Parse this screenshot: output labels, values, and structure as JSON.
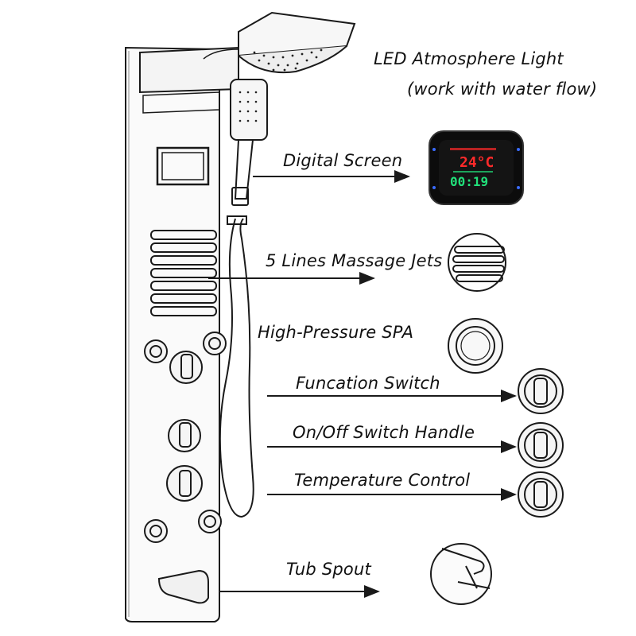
{
  "labels": {
    "led_line1": "LED Atmosphere Light",
    "led_line2": "(work with water flow)",
    "digital_screen": "Digital Screen",
    "massage_jets": "5 Lines Massage Jets",
    "spa": "High-Pressure SPA",
    "function_switch": "Funcation Switch",
    "onoff_handle": "On/Off Switch Handle",
    "temp_control": "Temperature Control",
    "tub_spout": "Tub Spout"
  },
  "screen": {
    "temperature": "24°C",
    "time": "00:19"
  },
  "colors": {
    "line": "#1a1a1a",
    "screen_bg": "#0c0c0c",
    "screen_red": "#ff2a2a",
    "screen_green": "#21e07a",
    "screen_blue": "#3a6cff"
  }
}
